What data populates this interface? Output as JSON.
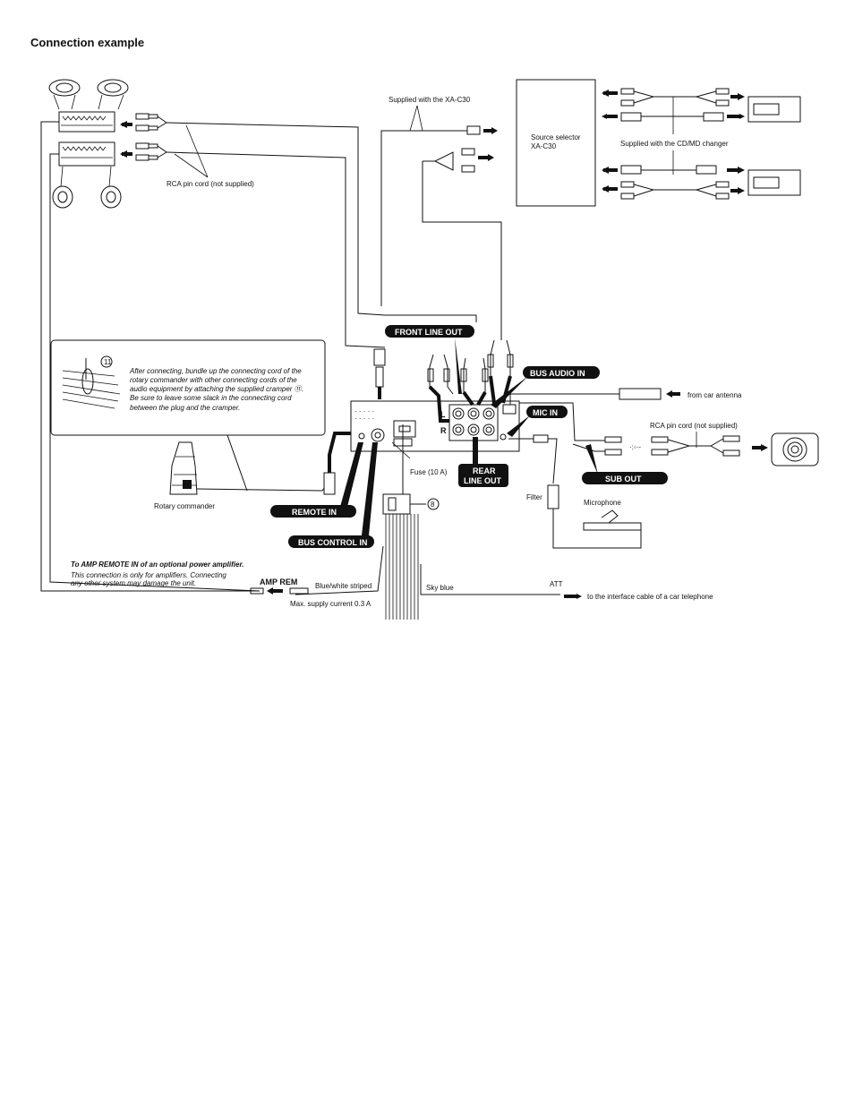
{
  "title": "Connection example",
  "labels": {
    "supplied_xa_c30": "Supplied with the XA-C30",
    "source_selector_line1": "Source selector",
    "source_selector_line2": "XA-C30",
    "supplied_cd_md": "Supplied with the CD/MD changer",
    "rca_pin_cord_top": "RCA pin cord (not supplied)",
    "rca_pin_cord_right": "RCA pin cord (not supplied)",
    "from_car_antenna": "from car antenna",
    "fuse": "Fuse (10 A)",
    "rotary_commander": "Rotary commander",
    "filter": "Filter",
    "microphone": "Microphone",
    "amp_rem": "AMP REM",
    "blue_white": "Blue/white striped",
    "max_supply": "Max. supply current 0.3 A",
    "sky_blue": "Sky blue",
    "att": "ATT",
    "car_telephone": "to the interface cable of a car telephone",
    "callout_8": "8",
    "callout_11": "11",
    "ch_l": "L",
    "ch_r": "R"
  },
  "tags": {
    "front_line_out": "FRONT LINE OUT",
    "bus_audio_in": "BUS AUDIO IN",
    "mic_in": "MIC IN",
    "sub_out": "SUB OUT",
    "rear_line_out_1": "REAR",
    "rear_line_out_2": "LINE OUT",
    "remote_in": "REMOTE IN",
    "bus_control_in": "BUS CONTROL IN"
  },
  "note_cramper": [
    "After connecting, bundle up the connecting cord of the",
    "rotary commander with other connecting cords of the",
    "audio equipment by attaching the supplied cramper ⑪.",
    "Be sure to leave some slack in the connecting cord",
    "between the plug and the cramper."
  ],
  "note_amp": {
    "line1": "To AMP REMOTE IN of an optional power amplifier.",
    "line2": "This connection is only for amplifiers. Connecting",
    "line3": "any other system may damage the unit."
  }
}
